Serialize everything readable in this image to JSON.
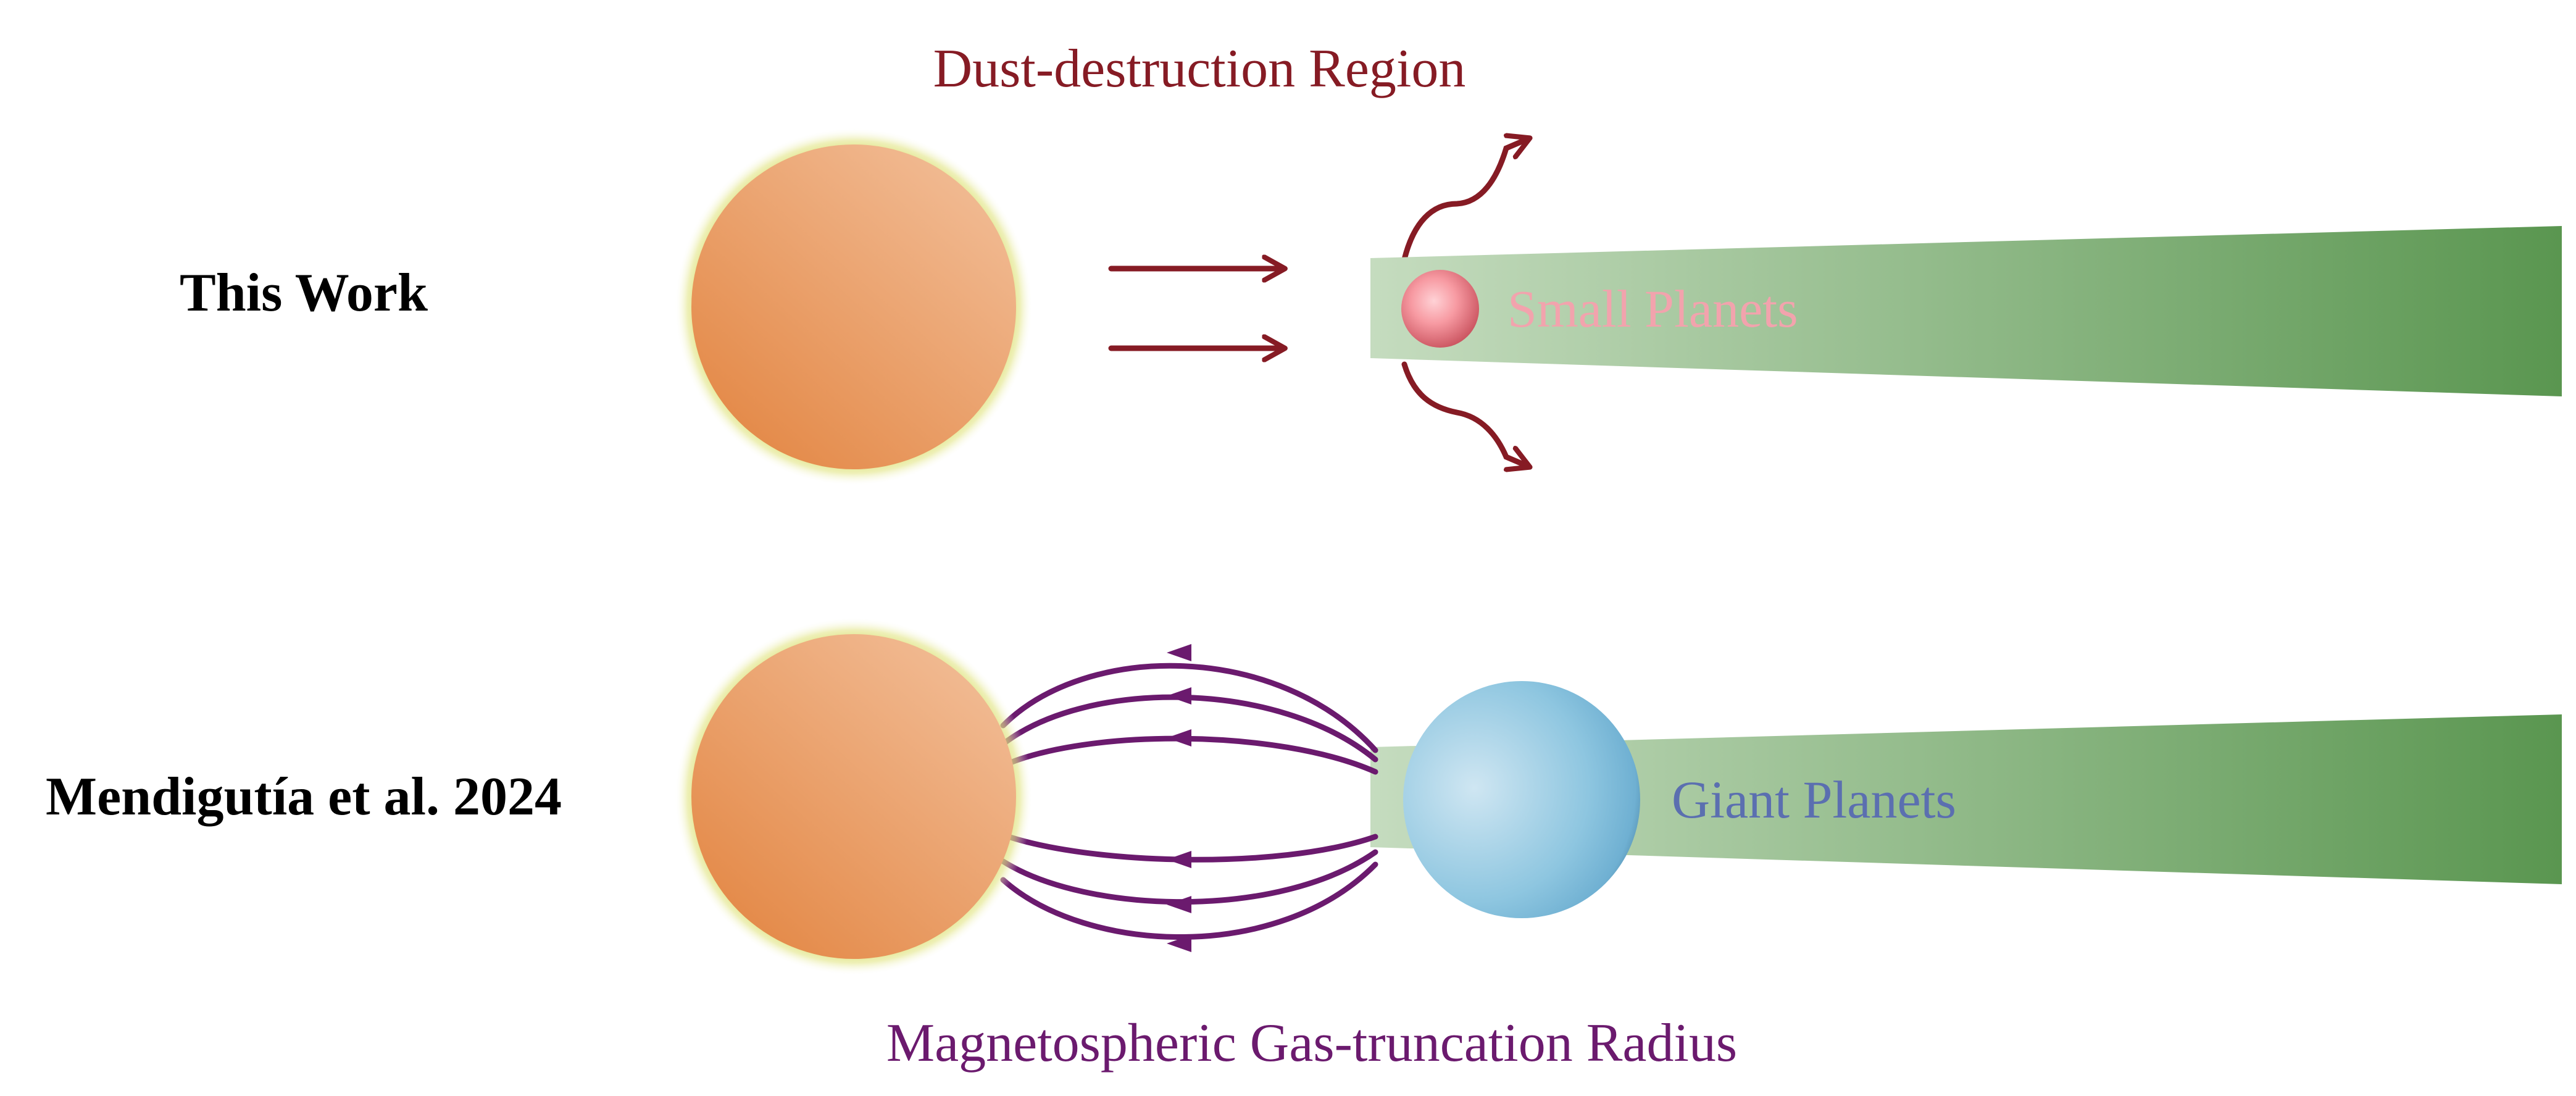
{
  "rows": [
    {
      "label": "This Work",
      "planet_label": "Small Planets"
    },
    {
      "label": "Mendigutía et al. 2024",
      "planet_label": "Giant Planets"
    }
  ],
  "annotations": {
    "dust_region": "Dust-destruction Region",
    "gas_truncation": "Magnetospheric Gas-truncation Radius"
  },
  "colors": {
    "dust_text": "#861b24",
    "dust_arrows": "#861b24",
    "magnetic_lines": "#6b1a6e",
    "small_planet_text": "#f2a3ad",
    "giant_planet_text": "#5b6fb0",
    "disk_light": "#c5dcbf",
    "disk_dark": "#5a9650",
    "star_light": "#f1ba92",
    "star_dark": "#e48a49",
    "star_glow": "#d8de6a",
    "small_planet": "#ef7b86",
    "giant_planet": "#7bbcd9"
  }
}
